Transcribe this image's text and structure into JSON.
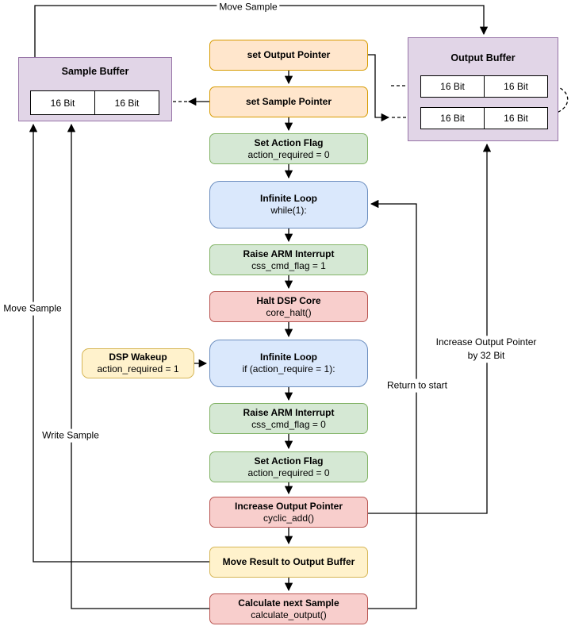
{
  "palette": {
    "orange_fill": "#FFE6CC",
    "orange_border": "#D79B00",
    "green_fill": "#D5E8D4",
    "green_border": "#82B366",
    "blue_fill": "#DAE8FC",
    "blue_border": "#6C8EBF",
    "red_fill": "#F8CECC",
    "red_border": "#B85450",
    "yellow_fill": "#FFF2CC",
    "yellow_border": "#D6B656",
    "purple_fill": "#E1D5E7",
    "purple_border": "#9673A6",
    "line_color": "#000000"
  },
  "flow_nodes": [
    {
      "title": "set Output Pointer",
      "subtitle": "",
      "color": "orange"
    },
    {
      "title": "set Sample Pointer",
      "subtitle": "",
      "color": "orange"
    },
    {
      "title": "Set Action Flag",
      "subtitle": "action_required = 0",
      "color": "green"
    },
    {
      "title": "Infinite Loop",
      "subtitle": "while(1):",
      "color": "blue"
    },
    {
      "title": "Raise ARM Interrupt",
      "subtitle": "css_cmd_flag = 1",
      "color": "green"
    },
    {
      "title": "Halt DSP Core",
      "subtitle": "core_halt()",
      "color": "red"
    },
    {
      "title": "Infinite Loop",
      "subtitle": "if (action_require = 1):",
      "color": "blue"
    },
    {
      "title": "Raise ARM Interrupt",
      "subtitle": "css_cmd_flag = 0",
      "color": "green"
    },
    {
      "title": "Set Action Flag",
      "subtitle": "action_required = 0",
      "color": "green"
    },
    {
      "title": "Increase Output Pointer",
      "subtitle": "cyclic_add()",
      "color": "red"
    },
    {
      "title": "Move Result to Output Buffer",
      "subtitle": "",
      "color": "yellow"
    },
    {
      "title": "Calculate next Sample",
      "subtitle": "calculate_output()",
      "color": "red"
    }
  ],
  "dsp_wakeup": {
    "title": "DSP Wakeup",
    "subtitle": "action_required = 1",
    "color": "yellow"
  },
  "sample_buffer": {
    "title": "Sample Buffer",
    "cells": [
      "16 Bit",
      "16 Bit"
    ]
  },
  "output_buffer": {
    "title": "Output Buffer",
    "rows": [
      [
        "16 Bit",
        "16 Bit"
      ],
      [
        "16 Bit",
        "16 Bit"
      ]
    ]
  },
  "edge_labels": {
    "top_move_sample": "Move Sample",
    "left_move_sample": "Move Sample",
    "write_sample": "Write Sample",
    "return_to_start": "Return to start",
    "increase_line1": "Increase Output Pointer",
    "increase_line2": "by 32 Bit"
  }
}
